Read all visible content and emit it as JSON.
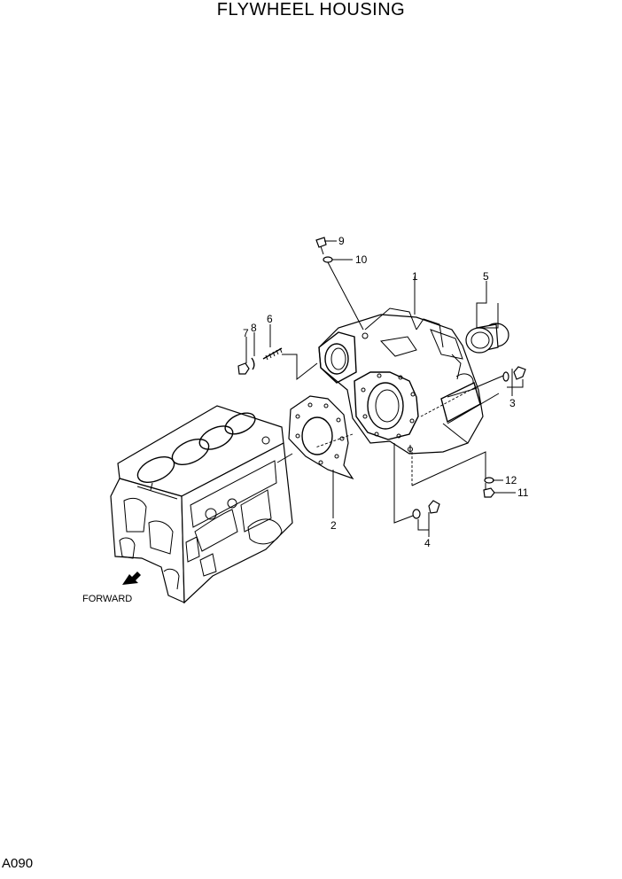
{
  "title": "FLYWHEEL HOUSING",
  "page_code": "A090",
  "forward_label": "FORWARD",
  "callouts": {
    "c1": "1",
    "c2": "2",
    "c3": "3",
    "c4": "4",
    "c5": "5",
    "c6": "6",
    "c7": "7",
    "c8": "8",
    "c9": "9",
    "c10": "10",
    "c11": "11",
    "c12": "12"
  }
}
